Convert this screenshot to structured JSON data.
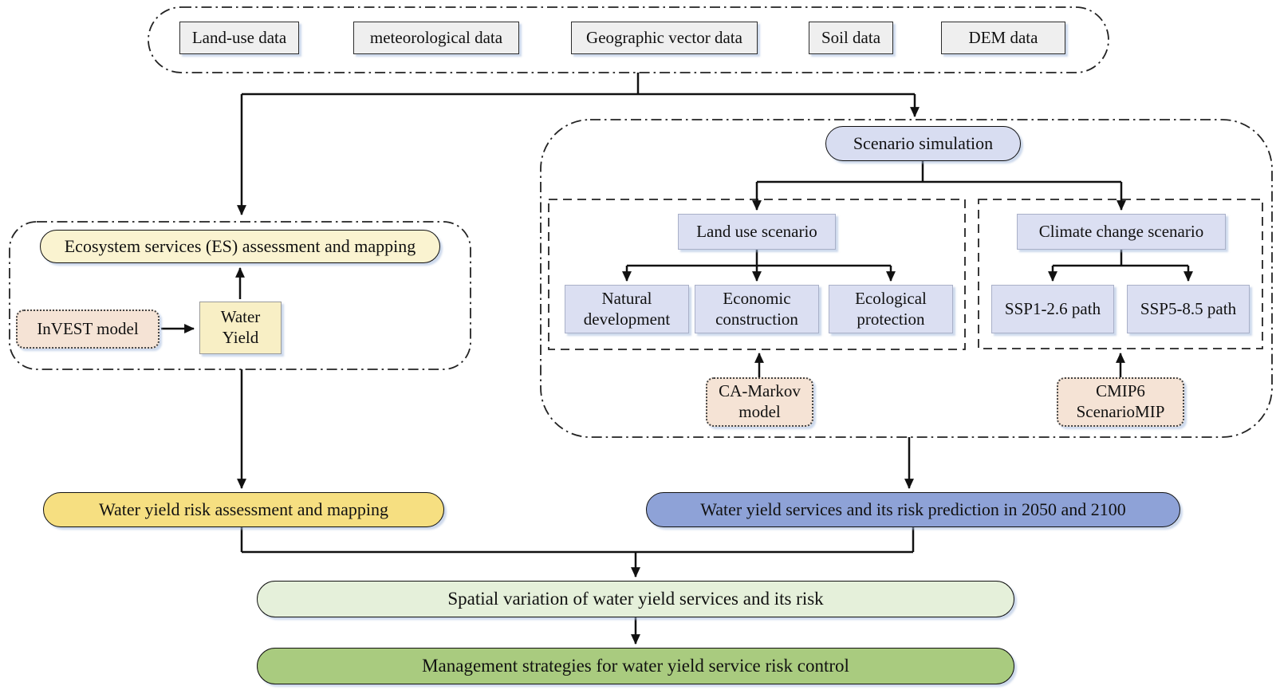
{
  "colors": {
    "data_box": "#efefef",
    "lavender": "#dbdff2",
    "scenario_pill": "#d8ddf1",
    "es_pill": "#faf3d0",
    "water_yield_box": "#f8efc5",
    "model_box_peach": "#f5e3d5",
    "yellow_pill": "#f6df81",
    "blue_pill": "#8ea2d7",
    "light_green_pill": "#e5f0da",
    "green_pill": "#a9cb7f",
    "line": "#111111"
  },
  "top_data_row": {
    "items": [
      {
        "label": "Land-use data"
      },
      {
        "label": "meteorological data"
      },
      {
        "label": "Geographic vector data"
      },
      {
        "label": "Soil data"
      },
      {
        "label": "DEM data"
      }
    ]
  },
  "es_branch": {
    "title": "Ecosystem services (ES) assessment and mapping",
    "model": "InVEST model",
    "output": "Water Yield",
    "result": "Water yield risk assessment and mapping"
  },
  "scenario_branch": {
    "title": "Scenario simulation",
    "land_use": {
      "title": "Land use scenario",
      "children": [
        "Natural development",
        "Economic construction",
        "Ecological protection"
      ],
      "model": "CA-Markov model"
    },
    "climate": {
      "title": "Climate change scenario",
      "children": [
        "SSP1-2.6 path",
        "SSP5-8.5 path"
      ],
      "model": "CMIP6 ScenarioMIP"
    },
    "result": "Water yield services and its risk prediction in 2050 and 2100"
  },
  "synthesis": {
    "spatial": "Spatial variation of water yield services and its risk",
    "management": "Management strategies for water yield service risk control"
  }
}
